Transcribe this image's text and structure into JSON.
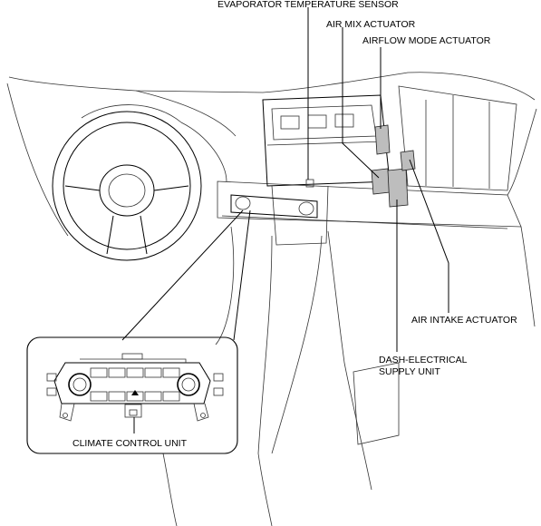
{
  "labels": {
    "evaporator_sensor": "EVAPORATOR TEMPERATURE SENSOR",
    "air_mix_actuator": "AIR MIX ACTUATOR",
    "airflow_mode_actuator": "AIRFLOW MODE ACTUATOR",
    "air_intake_actuator": "AIR INTAKE ACTUATOR",
    "dash_electrical_line1": "DASH-ELECTRICAL",
    "dash_electrical_line2": "SUPPLY UNIT",
    "climate_control_unit": "CLIMATE CONTROL UNIT"
  }
}
